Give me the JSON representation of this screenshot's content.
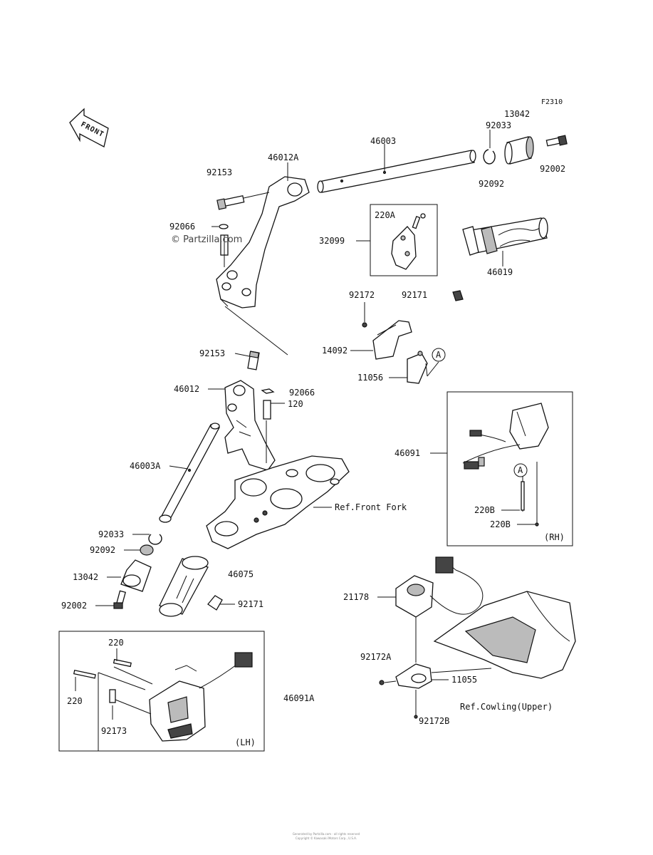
{
  "figure_code": "F2310",
  "front_label": "FRONT",
  "watermark": "© Partzilla.com",
  "copyright_line1": "Generated by Partzilla.com · all rights reserved",
  "copyright_line2": "Copyright © Kawasaki Motors Corp., U.S.A.",
  "callouts": {
    "c92033_top": "92033",
    "c13042_top": "13042",
    "c46003": "46003",
    "c92002_top": "92002",
    "c92092_top": "92092",
    "c46012A": "46012A",
    "c92153_top": "92153",
    "c92066_top": "92066",
    "c32099": "32099",
    "c220A": "220A",
    "c46019": "46019",
    "c92172": "92172",
    "c92171_top": "92171",
    "c14092": "14092",
    "c11056": "11056",
    "c92153_mid": "92153",
    "c46012": "46012",
    "c92066_mid": "92066",
    "c120": "120",
    "c46003A": "46003A",
    "c46091": "46091",
    "c220B_1": "220B",
    "c220B_2": "220B",
    "rh": "(RH)",
    "ref_front_fork": "Ref.Front Fork",
    "c92033_bot": "92033",
    "c92092_bot": "92092",
    "c13042_bot": "13042",
    "c46075": "46075",
    "c92002_bot": "92002",
    "c92171_bot": "92171",
    "c21178": "21178",
    "c220_1": "220",
    "c220_2": "220",
    "c92173": "92173",
    "lh": "(LH)",
    "c46091A": "46091A",
    "c92172A": "92172A",
    "c11055": "11055",
    "ref_cowling": "Ref.Cowling(Upper)",
    "c92172B": "92172B",
    "circle_a_1": "A",
    "circle_a_2": "A"
  }
}
